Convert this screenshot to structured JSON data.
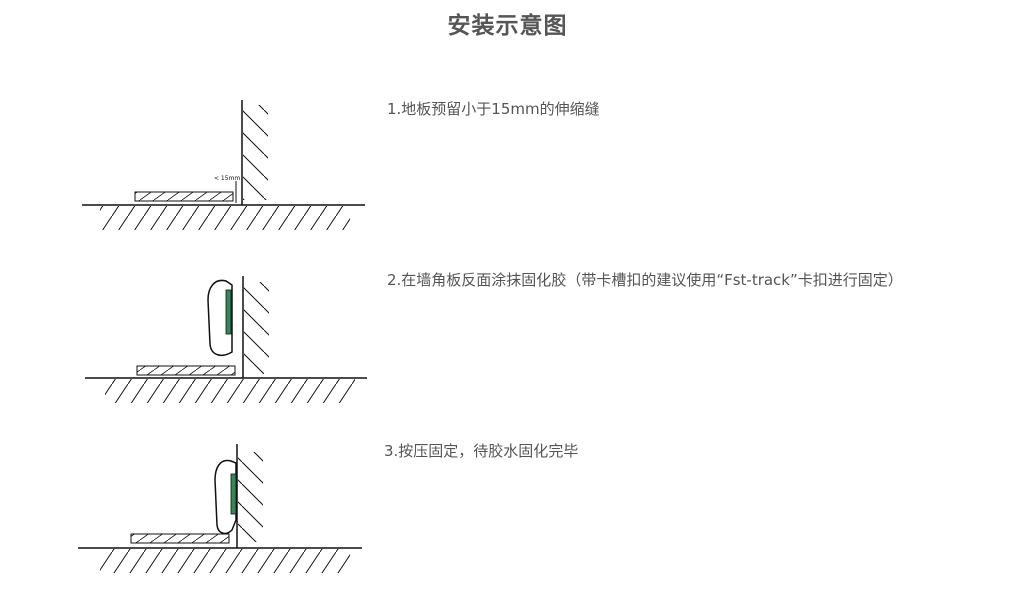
{
  "page": {
    "title": "安装示意图"
  },
  "steps": [
    {
      "text": "1.地板预留小于15mm的伸缩缝",
      "gap_label": "< 15mm"
    },
    {
      "text": "2.在墙角板反面涂抹固化胶（带卡槽扣的建议使用“Fst-track”卡扣进行固定）"
    },
    {
      "text": "3.按压固定，待胶水固化完毕"
    }
  ],
  "colors": {
    "line": "#111111",
    "text": "#555555",
    "adhesive": "#2e8b57"
  }
}
